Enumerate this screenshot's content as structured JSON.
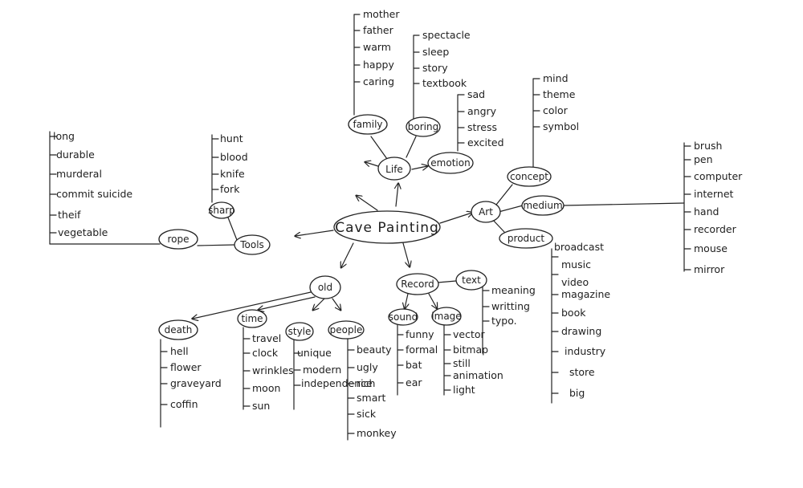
{
  "center": "Cave Painting",
  "branches": {
    "life": "Life",
    "family": "family",
    "family_items": [
      "mother",
      "father",
      "warm",
      "happy",
      "caring"
    ],
    "boring": "boring",
    "boring_items": [
      "spectacle",
      "sleep",
      "story",
      "textbook"
    ],
    "emotion": "emotion",
    "emotion_items": [
      "sad",
      "angry",
      "stress",
      "excited"
    ],
    "art": "Art",
    "concept": "concept",
    "concept_items": [
      "mind",
      "theme",
      "color",
      "symbol"
    ],
    "medium": "medium",
    "medium_items": [
      "brush",
      "pen",
      "computer",
      "internet",
      "hand",
      "recorder",
      "mouse",
      "mirror"
    ],
    "product": "product",
    "product_items": [
      "broadcast",
      "music",
      "video",
      "magazine",
      "book",
      "drawing",
      "industry",
      "store",
      "big"
    ],
    "record": "Record",
    "sound": "sound",
    "sound_items": [
      "funny",
      "formal",
      "bat",
      "ear"
    ],
    "image": "image",
    "image_items": [
      "vector",
      "bitmap",
      "still",
      "animation",
      "light"
    ],
    "text": "text",
    "text_items": [
      "meaning",
      "writting",
      "typo."
    ],
    "old": "old",
    "death": "death",
    "death_items": [
      "hell",
      "flower",
      "graveyard",
      "coffin"
    ],
    "time": "time",
    "time_items": [
      "travel",
      "clock",
      "wrinkles",
      "moon",
      "sun"
    ],
    "style": "style",
    "style_items": [
      "unique",
      "modern",
      "independence"
    ],
    "people": "people",
    "people_items": [
      "beauty",
      "ugly",
      "rich",
      "smart",
      "sick",
      "monkey"
    ],
    "tools": "Tools",
    "sharp": "sharp",
    "sharp_items": [
      "hunt",
      "blood",
      "knife",
      "fork"
    ],
    "rope": "rope",
    "rope_items": [
      "long",
      "durable",
      "murderal",
      "commit suicide",
      "theif",
      "vegetable"
    ]
  }
}
